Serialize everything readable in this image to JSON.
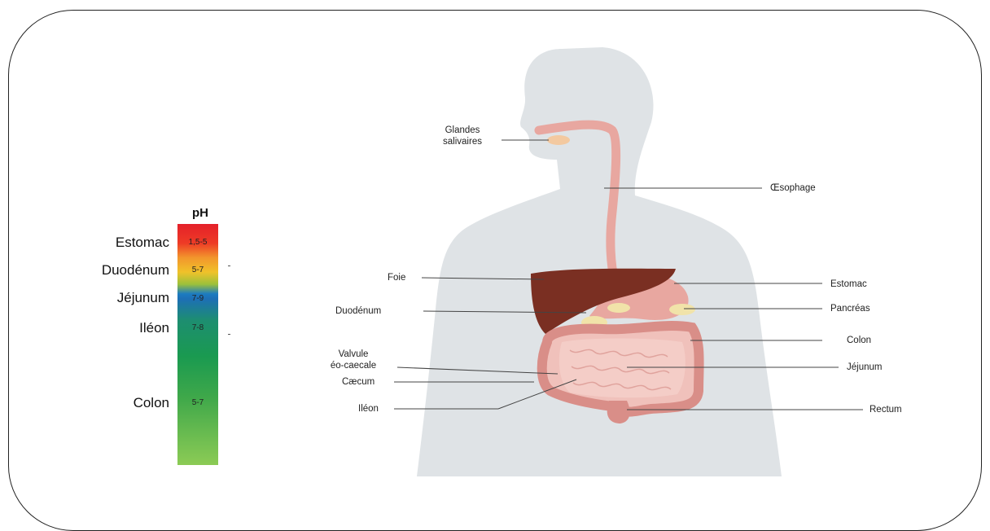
{
  "ph_scale": {
    "header": "pH",
    "rows": [
      {
        "organ": "Estomac",
        "value": "1,5-5"
      },
      {
        "organ": "Duodénum",
        "value": "5-7"
      },
      {
        "organ": "Jéjunum",
        "value": "7-9"
      },
      {
        "organ": "Iléon",
        "value": "7-8"
      },
      {
        "organ": "Colon",
        "value": "5-7"
      }
    ],
    "colors": [
      "#e4202a",
      "#f0c22a",
      "#1c7bc0",
      "#1a9a50",
      "#8ccb55"
    ]
  },
  "anatomy": {
    "labels": {
      "glandes_line1": "Glandes",
      "glandes_line2": "salivaires",
      "oesophage": "Œsophage",
      "foie": "Foie",
      "estomac": "Estomac",
      "duodenum": "Duodénum",
      "pancreas": "Pancréas",
      "colon": "Colon",
      "valvule_line1": "Valvule",
      "valvule_line2": "éo-caecale",
      "jejunum": "Jéjunum",
      "caecum": "Cæcum",
      "ileon": "Iléon",
      "rectum": "Rectum"
    },
    "colors": {
      "silhouette": "#dfe3e6",
      "liver": "#7a2f22",
      "stomach": "#e8a7a0",
      "intestine": "#efb8b2",
      "pancreas": "#f1e3a9",
      "gland": "#f3c9a0"
    }
  }
}
